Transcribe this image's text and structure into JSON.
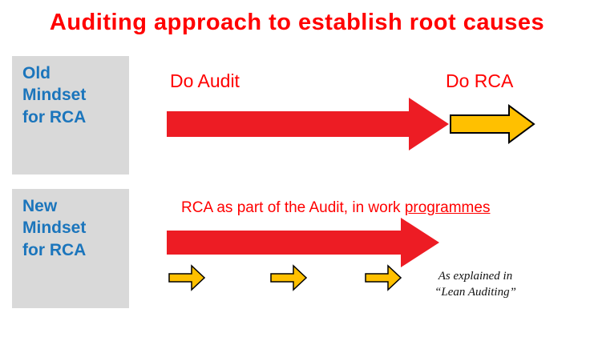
{
  "title": "Auditing approach to establish root causes",
  "old_mindset": {
    "label": "Old Mindset for RCA",
    "do_audit_label": "Do Audit",
    "do_rca_label": "Do RCA"
  },
  "new_mindset": {
    "label": "New Mindset for RCA",
    "caption_prefix": "RCA as part of the Audit, in work ",
    "caption_underlined": "programmes",
    "note_line1": "As explained in",
    "note_line2": "“Lean Auditing”"
  },
  "colors": {
    "title_red": "#FF0000",
    "text_red": "#FF0000",
    "mindset_blue": "#1B75BC",
    "box_gray": "#D9D9D9",
    "arrow_red": "#ED1C24",
    "arrow_orange": "#FFC000",
    "arrow_outline": "#000000"
  }
}
